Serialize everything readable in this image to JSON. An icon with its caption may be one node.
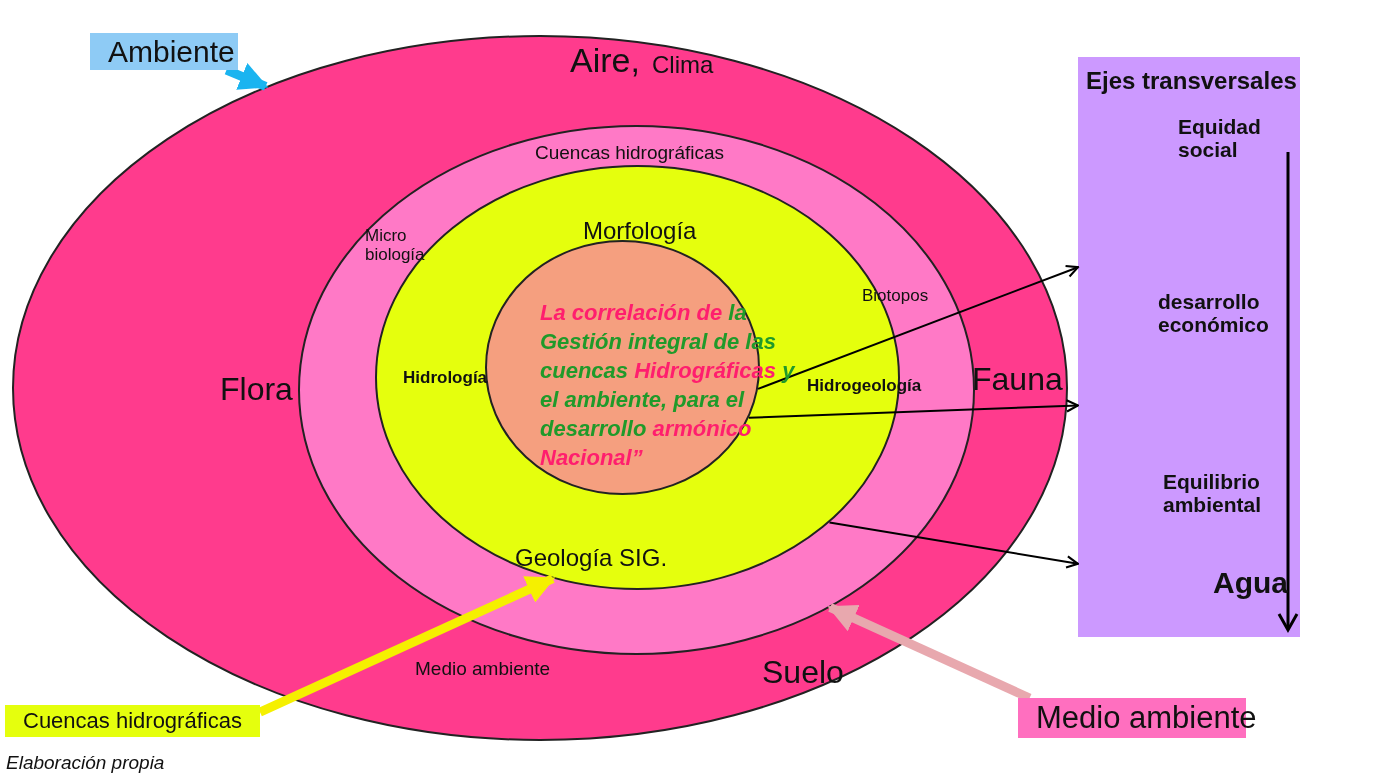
{
  "diagram": {
    "caption": "Elaboración propia",
    "nodes": [
      {
        "text": [
          "Aire,",
          "Clima",
          "Flora",
          "Fauna",
          "Suelo"
        ]
      },
      {
        "text": [
          "Cuencas hidrográficas",
          "Micro biología",
          "Biotopos",
          "Medio ambiente"
        ],
        "in": 0
      },
      {
        "text": [
          "Morfología",
          "Hidrología",
          "Hidrogeología",
          "Geología SIG."
        ],
        "in": 1
      },
      {
        "text": [
          "La correlación de",
          "la Gestión integral de las cuencas",
          "Hidrográficas",
          "y el ambiente, para el desarrollo",
          "armónico Nacional”"
        ],
        "in": 2
      },
      {
        "text": [
          "Ejes transversales",
          "Equidad social",
          "desarrollo económico",
          "Equilibrio ambiental",
          "Agua"
        ]
      },
      {
        "text": [
          "Ambiente"
        ]
      },
      {
        "text": [
          "Cuencas hidrográficas"
        ]
      },
      {
        "text": [
          "Medio ambiente"
        ]
      }
    ],
    "edges": [
      {
        "from": 5,
        "to": 0,
        "arrow": "to",
        "style": "thick",
        "color": "#1ab4f0"
      },
      {
        "from": 6,
        "to": 2,
        "arrow": "to",
        "style": "thick",
        "color": "#f5f000"
      },
      {
        "from": 7,
        "to": 1,
        "arrow": "to",
        "style": "thick",
        "color": "#e8a8ae"
      },
      {
        "from": 3,
        "to": 4,
        "arrow": "to"
      },
      {
        "from": 3,
        "to": 4,
        "arrow": "to"
      },
      {
        "from": 2,
        "to": 4,
        "arrow": "to"
      }
    ]
  }
}
